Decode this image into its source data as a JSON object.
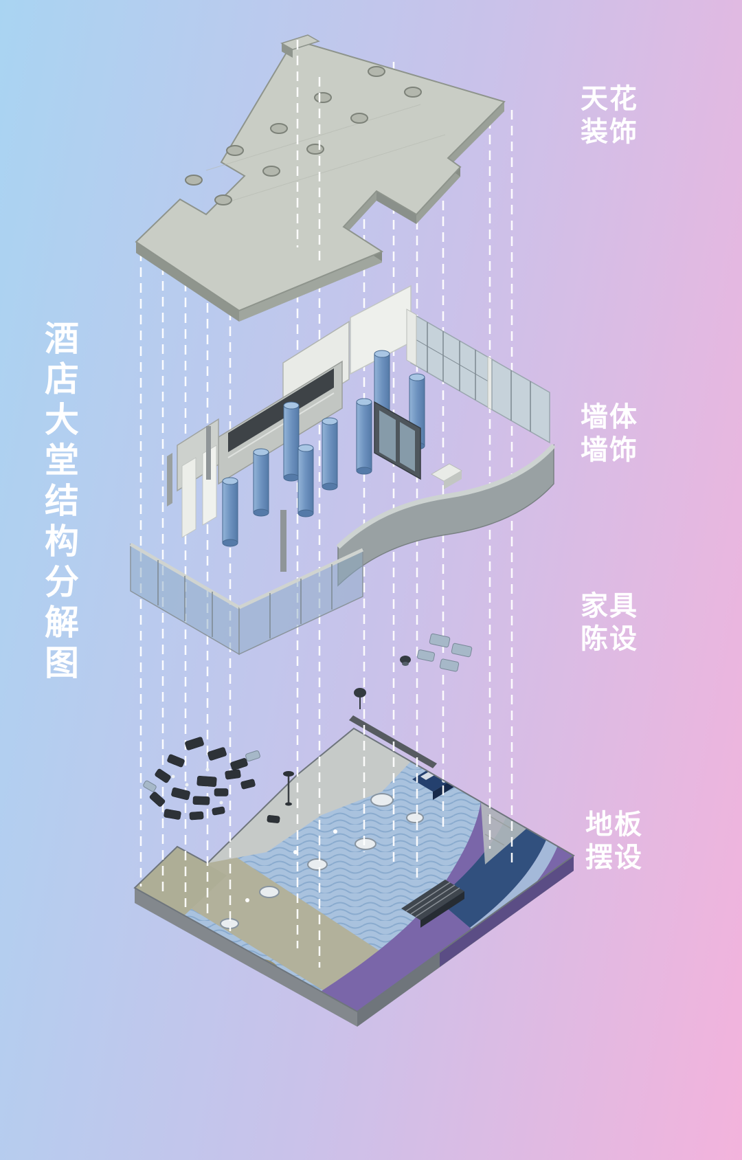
{
  "title": {
    "text": "酒店大堂结构分解图"
  },
  "labels": [
    {
      "id": "ceiling",
      "line1": "天花",
      "line2": "装饰"
    },
    {
      "id": "walls",
      "line1": "墙体",
      "line2": "墙饰"
    },
    {
      "id": "furniture",
      "line1": "家具",
      "line2": "陈设"
    },
    {
      "id": "floor",
      "line1": "地板",
      "line2": "摆设"
    }
  ],
  "colors": {
    "background_left": "#a9d4f2",
    "background_right": "#f3b3dc",
    "label_text": "#ffffff",
    "connector_line": "#ffffff",
    "ceiling_slab": "#c9cdc5",
    "wall_gray": "#aab0ae",
    "glass_blue": "#c6d2da",
    "column_blue": "#7d9fc9",
    "carpet_blue": "#a9c2de",
    "floor_purple": "#7a66a9",
    "floor_navy": "#31507e",
    "floor_tan": "#b2b19b",
    "furniture_dark": "#2d3237"
  }
}
